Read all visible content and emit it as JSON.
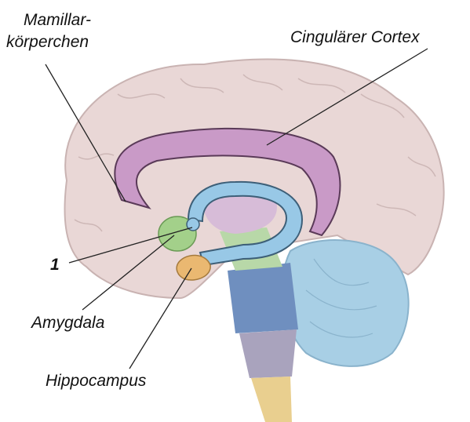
{
  "labels": {
    "mamillar_line1": "Mamillar-",
    "mamillar_line2": "körperchen",
    "cingulate": "Cingulärer Cortex",
    "number_one": "1",
    "amygdala": "Amygdala",
    "hippocampus": "Hippocampus"
  },
  "colors": {
    "cerebrum": "#e9d7d6",
    "cerebrum_outline": "#c9b3b2",
    "cingulate": "#c99ac7",
    "fornix": "#98c8e6",
    "thalamus": "#d7bcd8",
    "hypothalamus": "#b8d8a8",
    "amygdala": "#a3d08a",
    "hippocampus": "#eab871",
    "midbrain": "#6f8fbf",
    "pons": "#a9a3bd",
    "medulla": "#e9cf8f",
    "cerebellum": "#a8cfe5",
    "leader_line": "#222222"
  }
}
